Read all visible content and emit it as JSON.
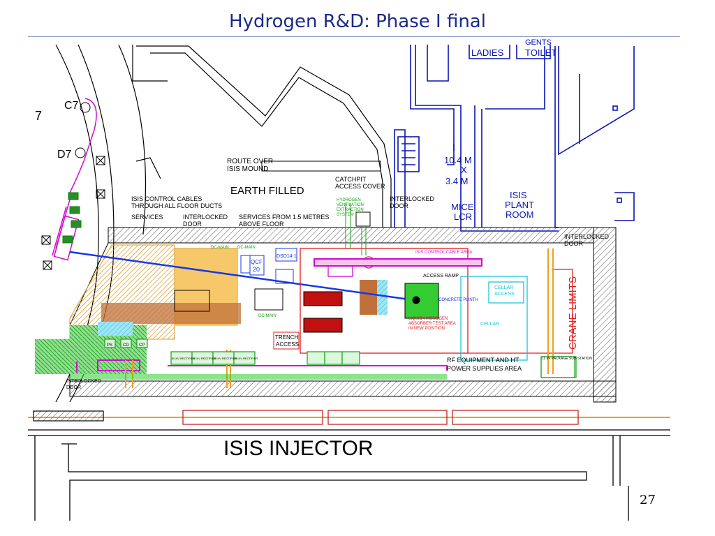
{
  "slide": {
    "title": "Hydrogen R&D: Phase I final",
    "page_number": "27"
  },
  "labels": {
    "ladies": "LADIES",
    "gents": "GENTS",
    "toilet": "TOILET",
    "c7": "C7",
    "d7": "D7",
    "seven": "7",
    "route_over_1": "ROUTE OVER",
    "route_over_2": "ISIS MOUND",
    "earth_filled": "EARTH FILLED",
    "catchpit_1": "CATCHPIT",
    "catchpit_2": "ACCESS COVER",
    "interlocked_door_1a": "INTERLOCKED",
    "interlocked_door_1b": "DOOR",
    "dim_1": "10.4  M",
    "dim_x": "X",
    "dim_2": "3.4  M",
    "mice_lcr_1": "MICE",
    "mice_lcr_2": "LCR",
    "isis_plant_1": "ISIS",
    "isis_plant_2": "PLANT",
    "isis_plant_3": "ROOM",
    "isis_control_1": "ISIS CONTROL CABLES",
    "isis_control_2": "THROUGH ALL FLOOR DUCTS",
    "services": "SERVICES",
    "interlocked_door_2a": "INTERLOCKED",
    "interlocked_door_2b": "DOOR",
    "services_from_1": "SERVICES FROM 1.5 METRES",
    "services_from_2": "ABOVE FLOOR",
    "interlocked_door_3a": "INTERLOCKED",
    "interlocked_door_3b": "DOOR",
    "trench_1": "TRENCH",
    "trench_2": "ACCESS",
    "access_ramp": "ACCESS RAMP",
    "concrete_plinth": "CONCRETE PLINTH",
    "cellar_access_1": "CELLAR",
    "cellar_access_2": "ACCESS",
    "cellar": "CELLAR",
    "crane_limits": "CRANE LIMITS",
    "rf_equipment_1": "RF EQUIPMENT AND HT",
    "rf_equipment_2": "POWER  SUPPLIES  AREA",
    "interlocked_door_4a": "INTERLOCKED",
    "interlocked_door_4b": "DOOR",
    "isis_injector": "ISIS  INJECTOR",
    "qcf": "QCF",
    "qcf_20": "20",
    "dsd": "DSD14-1",
    "dc_main_1": "DC-MAIN",
    "dc_main_2": "DC-MAIN",
    "dc_main_3": "DC-MAIN",
    "sub_station": "11 kV PACKAGE SUB-STATION",
    "isis_cable_area": "ISIS CONTROL CABLE AREA",
    "liquid_h_1": "LIQUID HYDROGEN",
    "liquid_h_2": "ABSORBER TEST AREA",
    "liquid_h_3": "IN NEW POSITION",
    "h_vent_1": "HYDROGEN",
    "h_vent_2": "VENTILATION",
    "h_vent_3": "EXTRACTION",
    "h_vent_4": "SYSTEM",
    "ps1": "PS",
    "ps2": "CD",
    "ps3": "CP",
    "rect_1": "80 KV RECTIFIER",
    "rect_2": "80 KV RECTIFIER",
    "rect_3": "80 KV RECTIFIER",
    "rect_4": "80 KV RECTIFIER"
  }
}
